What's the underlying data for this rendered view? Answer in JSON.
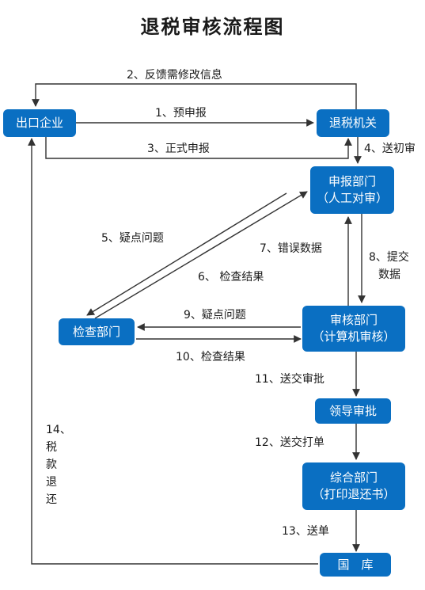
{
  "title": "退税审核流程图",
  "nodes": {
    "export_company": "出口企业",
    "tax_authority": "退税机关",
    "declare_dept": {
      "line1": "申报部门",
      "line2": "（人工对审）"
    },
    "inspect_dept": "检查部门",
    "audit_dept": {
      "line1": "审核部门",
      "line2": "（计算机审核）"
    },
    "leader_approval": "领导审批",
    "general_dept": {
      "line1": "综合部门",
      "line2": "（打印退还书）"
    },
    "treasury": "国　库"
  },
  "edges": {
    "e1": "1、预申报",
    "e2": "2、反馈需修改信息",
    "e3": "3、正式申报",
    "e4": "4、送初审",
    "e5": "5、疑点问题",
    "e6": "6、 检查结果",
    "e7": "7、错误数据",
    "e8_line1": "8、提交",
    "e8_line2": "数据",
    "e9": "9、疑点问题",
    "e10": "10、检查结果",
    "e11": "11、送交审批",
    "e12": "12、送交打单",
    "e13": "13、送单",
    "e14": "14、\n税\n款\n退\n还"
  }
}
